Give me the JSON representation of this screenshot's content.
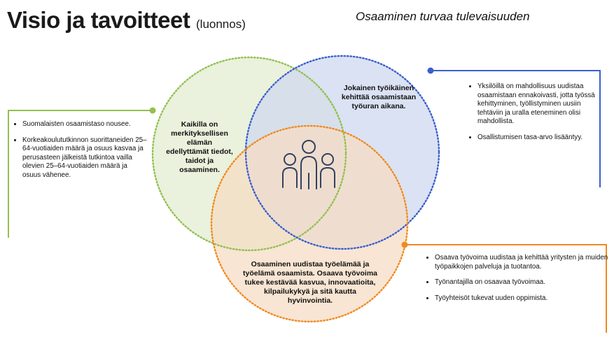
{
  "header": {
    "title": "Visio ja tavoitteet",
    "title_note": "(luonnos)",
    "tagline": "Osaaminen turvaa tulevaisuuden"
  },
  "circles": {
    "green": {
      "color": "#92c050",
      "fill": "#e6eed6",
      "text": "Kaikilla on merkityksellisen elämän edellyttämät tiedot, taidot ja osaaminen."
    },
    "blue": {
      "color": "#3b5fcc",
      "fill": "#cfd8ef",
      "text": "Jokainen työikäinen kehittää osaamistaan työuran aikana."
    },
    "orange": {
      "color": "#f08a1f",
      "fill": "#f6dcc4",
      "text": "Osaaminen uudistaa työelämää ja työelämä osaamista. Osaava työvoima tukee kestävää kasvua, innovaatioita, kilpailukykyä ja sitä kautta hyvinvointia."
    },
    "center_icon": "people-group-icon"
  },
  "left_box": {
    "color": "#92c050",
    "bullets": [
      "Suomalaisten osaamistaso nousee.",
      "Korkeakoulututkinnon suorittaneiden 25–64-vuotiaiden määrä ja osuus kasvaa ja perusasteen jälkeistä tutkintoa vailla olevien 25–64-vuotiaiden määrä ja osuus vähenee."
    ]
  },
  "right_box": {
    "color": "#3b5fcc",
    "bullets": [
      "Yksilöillä on mahdollisuus uudistaa osaamistaan ennakoivasti, jotta työssä kehittyminen, työllistyminen uusiin tehtäviin ja uralla eteneminen olisi mahdollista.",
      "Osallistumisen tasa-arvo lisääntyy."
    ]
  },
  "bottom_box": {
    "color": "#f08a1f",
    "bullets": [
      "Osaava työvoima uudistaa ja kehittää yritysten ja muiden työpaikkojen palveluja ja tuotantoa.",
      "Työnantajilla on osaavaa työvoimaa.",
      "Työyhteisöt tukevat uuden oppimista."
    ]
  }
}
